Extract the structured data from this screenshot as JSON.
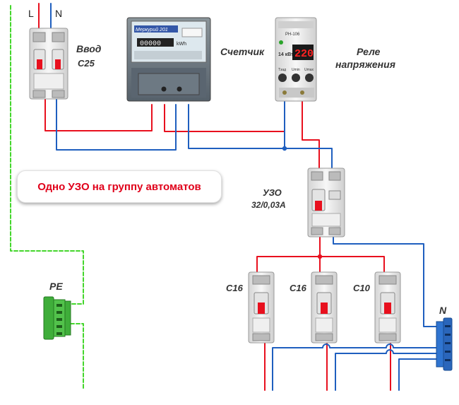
{
  "labels": {
    "line": "L",
    "neutral_top": "N",
    "input_breaker_title": "Ввод",
    "input_breaker_rating": "C25",
    "meter": "Счетчик",
    "relay_line1": "Реле",
    "relay_line2": "напряжения",
    "rcd_title": "УЗО",
    "rcd_rating": "32/0,03A",
    "pe_bus": "PE",
    "neutral_bus": "N",
    "breakers": [
      "C16",
      "C16",
      "C10"
    ]
  },
  "callout": "Одно УЗО на группу автоматов",
  "meter_panel": {
    "brand": "Меркурий 201",
    "digits": "00000",
    "unit": "kWh"
  },
  "relay_panel": {
    "model": "РН-106",
    "power": "14 кВт",
    "display": "220",
    "knob_labels": [
      "Тзад",
      "Umin",
      "Umax"
    ]
  },
  "colors": {
    "phase": "#e8101e",
    "neutral": "#1f5fbf",
    "pe": "#44d62c",
    "display": "#ff2222",
    "callout_text": "#e0001a"
  }
}
